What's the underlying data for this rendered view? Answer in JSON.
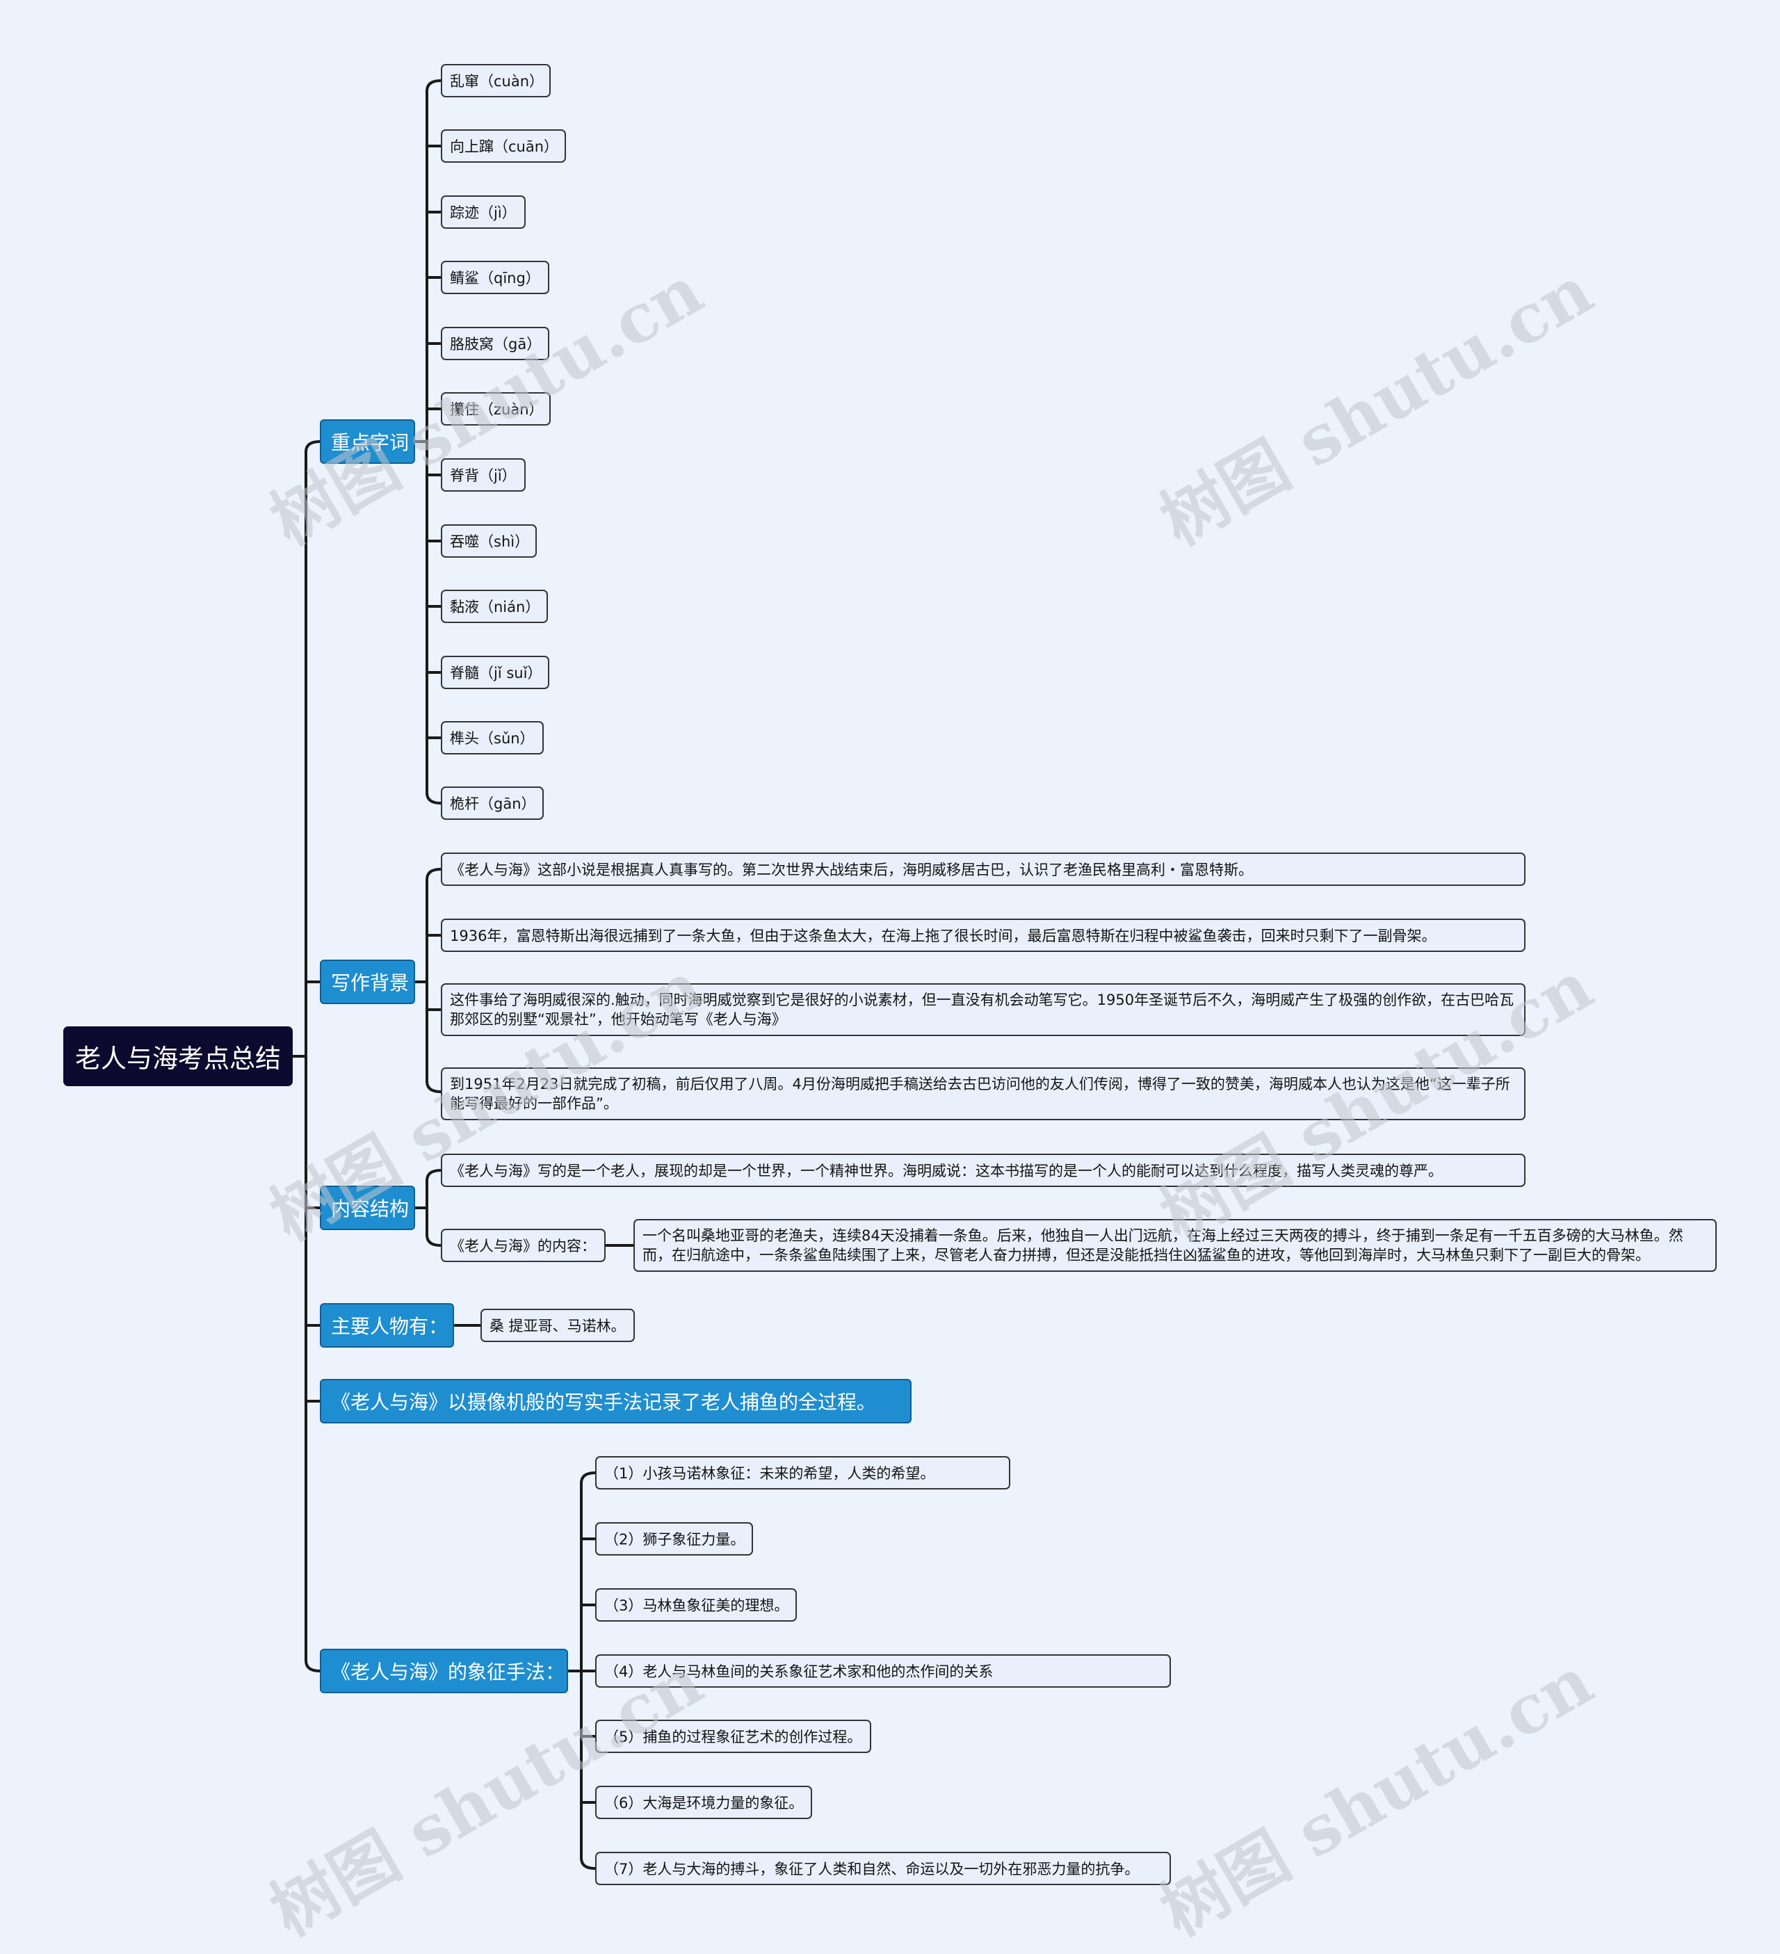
{
  "root": "老人与海考点总结",
  "branches": {
    "key_words": {
      "label": "重点字词",
      "items": [
        "乱窜（cuàn）",
        "向上蹿（cuān）",
        "踪迹（jì）",
        "鲭鲨（qīng）",
        "胳肢窝（gā）",
        "攥住（zuàn）",
        "脊背（jǐ）",
        "吞噬（shì）",
        "黏液（nián）",
        "脊髓（jǐ suǐ）",
        "榫头（sǔn）",
        "桅杆（gān）"
      ]
    },
    "background": {
      "label": "写作背景",
      "items": [
        "《老人与海》这部小说是根据真人真事写的。第二次世界大战结束后，海明威移居古巴，认识了老渔民格里高利・富恩特斯。",
        "1936年，富恩特斯出海很远捕到了一条大鱼，但由于这条鱼太大，在海上拖了很长时间，最后富恩特斯在归程中被鲨鱼袭击，回来时只剩下了一副骨架。",
        "这件事给了海明威很深的.触动，同时海明威觉察到它是很好的小说素材，但一直没有机会动笔写它。1950年圣诞节后不久，海明威产生了极强的创作欲，在古巴哈瓦那郊区的别墅“观景社”，他开始动笔写《老人与海》",
        "到1951年2月23日就完成了初稿，前后仅用了八周。4月份海明威把手稿送给去古巴访问他的友人们传阅，博得了一致的赞美，海明威本人也认为这是他“这一辈子所能写得最好的一部作品”。"
      ]
    },
    "structure": {
      "label": "内容结构",
      "item1": "《老人与海》写的是一个老人，展现的却是一个世界，一个精神世界。海明威说：这本书描写的是一个人的能耐可以达到什么程度，描写人类灵魂的尊严。",
      "item2": "《老人与海》的内容：",
      "item2_child": "一个名叫桑地亚哥的老渔夫，连续84天没捕着一条鱼。后来，他独自一人出门远航，在海上经过三天两夜的搏斗，终于捕到一条足有一千五百多磅的大马林鱼。然而，在归航途中，一条条鲨鱼陆续围了上来，尽管老人奋力拼搏，但还是没能抵挡住凶猛鲨鱼的进攻，等他回到海岸时，大马林鱼只剩下了一副巨大的骨架。"
    },
    "characters": {
      "label": "主要人物有：",
      "item": "桑 提亚哥、马诺林。"
    },
    "summary": {
      "label": "《老人与海》以摄像机般的写实手法记录了老人捕鱼的全过程。"
    },
    "symbolism": {
      "label": "《老人与海》的象征手法：",
      "items": [
        "（1）小孩马诺林象征：未来的希望，人类的希望。",
        "（2）狮子象征力量。",
        "（3）马林鱼象征美的理想。",
        "（4）老人与马林鱼间的关系象征艺术家和他的杰作间的关系",
        "（5）捕鱼的过程象征艺术的创作过程。",
        "（6）大海是环境力量的象征。",
        "（7）老人与大海的搏斗，象征了人类和自然、命运以及一切外在邪恶力量的抗争。"
      ]
    }
  },
  "watermark": "树图 shutu.cn",
  "colors": {
    "background": "#ecf3fd",
    "root": "#0c0a2e",
    "branch": "#1f8ed0",
    "leaf_border": "#33343b",
    "line": "#1a1a1a"
  }
}
